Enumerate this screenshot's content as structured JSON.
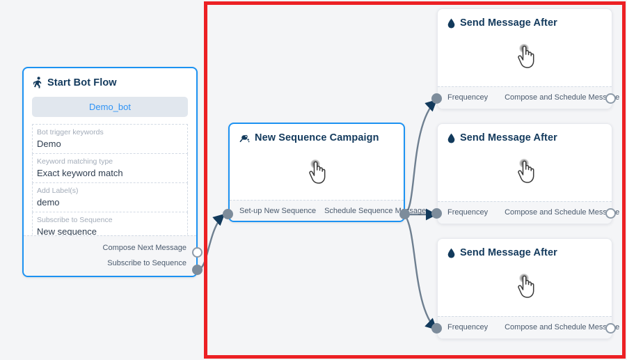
{
  "canvas": {
    "background_color": "#f4f5f7",
    "selection_color": "#ec2024"
  },
  "nodes": {
    "start_bot_flow": {
      "title": "Start Bot Flow",
      "icon": "running-person-icon",
      "bot_pill": "Demo_bot",
      "fields": [
        {
          "label": "Bot trigger keywords",
          "value": "Demo"
        },
        {
          "label": "Keyword matching type",
          "value": "Exact keyword match"
        },
        {
          "label": "Add Label(s)",
          "value": "demo"
        },
        {
          "label": "Subscribe to Sequence",
          "value": "New sequence"
        }
      ],
      "ports": [
        {
          "label": "Compose Next Message",
          "state": "hollow"
        },
        {
          "label": "Subscribe to Sequence",
          "state": "filled"
        }
      ]
    },
    "new_sequence_campaign": {
      "title": "New Sequence Campaign",
      "icon": "sequence-campaign-icon",
      "input_label": "Set-up New Sequence",
      "output_label": "Schedule Sequence Message",
      "cursor": "pointing-hand-cursor"
    },
    "send_message_after": [
      {
        "title": "Send Message After",
        "icon": "droplet-icon",
        "input_label": "Frequencey",
        "output_label": "Compose and Schedule Message",
        "cursor": "pointing-hand-cursor"
      },
      {
        "title": "Send Message After",
        "icon": "droplet-icon",
        "input_label": "Frequencey",
        "output_label": "Compose and Schedule Message",
        "cursor": "pointing-hand-cursor"
      },
      {
        "title": "Send Message After",
        "icon": "droplet-icon",
        "input_label": "Frequencey",
        "output_label": "Compose and Schedule Message",
        "cursor": "pointing-hand-cursor"
      }
    ]
  }
}
